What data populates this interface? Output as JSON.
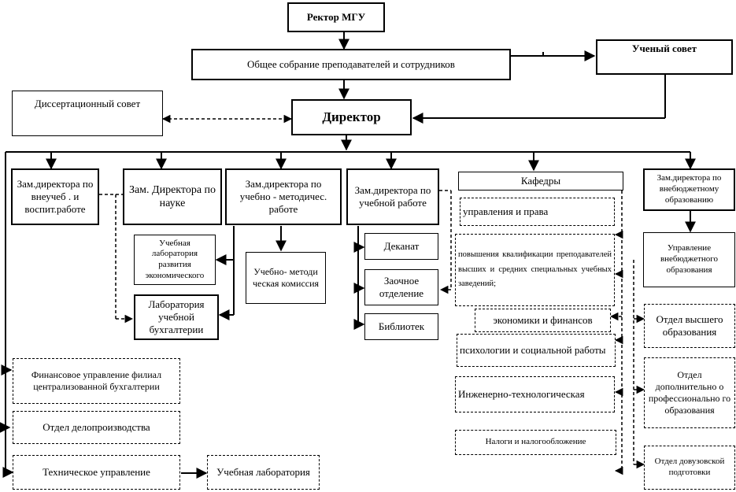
{
  "nodes": {
    "rector": "Ректор МГУ",
    "general_meeting": "Общее собрание преподавателей и сотрудников",
    "academic_council": "Ученый совет",
    "dissertation_council": "Диссертационный совет",
    "director": "Директор",
    "deputy_extracurricular": "Зам.директора по внеучеб . и воспит.работе",
    "deputy_science": "Зам. Директора по науке",
    "deputy_methodical": "Зам.директора по учебно - методичес. работе",
    "deputy_academic": "Зам.директора по учебной работе",
    "chairs": "Кафедры",
    "deputy_extrabudget": "Зам.директора по внебюджетному образованию",
    "lab_economics": "Учебная лаборатория развития экономического",
    "lab_accounting": "Лаборатория учебной бухгалтерии",
    "methodical_commission": "Учебно- методи ческая комисcия",
    "deanery": "Деканат",
    "correspondence": "Заочное отделение",
    "library": "Библиотек",
    "chair_management_law": "управления и права",
    "chair_qualification": "повышения квалификации преподавателей высших и средних специальных учебных заведений;",
    "chair_economics_finance": "экономики и финансов",
    "chair_psychology": "психологии и социальной работы",
    "chair_engineering": "Инженерно-технологическая",
    "chair_taxes": "Налоги и налогообложение",
    "mgmt_extrabudget": "Управление внебюджетного образования",
    "dept_higher": "Отдел высшего образования",
    "dept_additional": "Отдел дополнительно о профессионально го образования",
    "dept_preuniversity": "Отдел довузовской подготовки",
    "finance_mgmt": "Финансовое управление филиал централизованной бухгалтерии",
    "dept_records": "Отдел делопроизводства",
    "tech_mgmt": "Техническое управление",
    "tech_lab": "Учебная лаборатория"
  }
}
